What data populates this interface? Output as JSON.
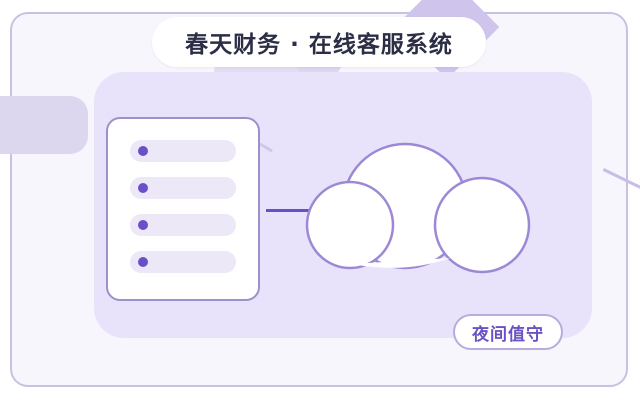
{
  "title": "春天财务 · 在线客服系统",
  "badge": "夜间值守",
  "colors": {
    "accent": "#6b4fc9",
    "panel": "#e8e3fb",
    "outline": "#9d91c9",
    "title_text": "#2b2e45",
    "badge_text": "#6a52c4"
  },
  "diagram": {
    "server_rows": 4,
    "icons": [
      "server-icon",
      "cloud-icon"
    ]
  }
}
